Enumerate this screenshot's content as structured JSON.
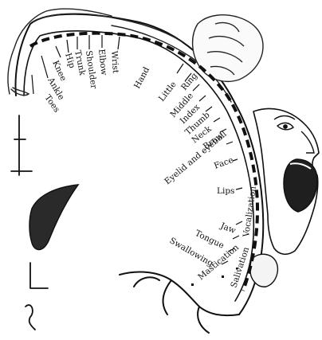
{
  "labels": {
    "toes": "Toes",
    "ankle": "Ankle",
    "knee": "Knee",
    "hip": "Hip",
    "trunk": "Trunk",
    "shoulder": "Shoulder",
    "elbow": "Elbow",
    "wrist": "Wrist",
    "hand": "Hand",
    "little": "Little",
    "ring": "Ring",
    "middle": "Middle",
    "index": "Index",
    "thumb": "Thumb",
    "neck": "Neck",
    "brow": "Brow",
    "eyelid": "Eyelid and eyeball",
    "face": "Face",
    "lips": "Lips",
    "jaw": "Jaw",
    "tongue": "Tongue",
    "swallowing": "Swallowing",
    "mastication": "Mastication",
    "salivation": "Salivation",
    "vocalization": "Vocalization"
  }
}
